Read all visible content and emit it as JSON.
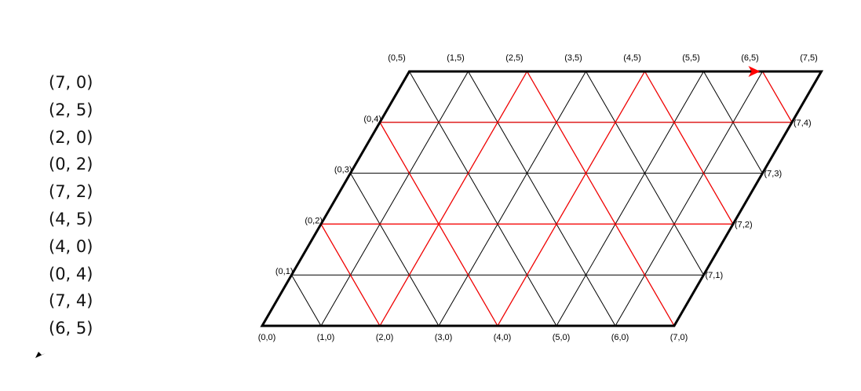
{
  "sequence": [
    "(7, 0)",
    "(2, 5)",
    "(2, 0)",
    "(0, 2)",
    "(7, 2)",
    "(4, 5)",
    "(4, 0)",
    "(0, 4)",
    "(7, 4)",
    "(6, 5)"
  ],
  "grid": {
    "cols": 7,
    "rows": 5,
    "boundary_labels": {
      "bottom": [
        "(0,0)",
        "(1,0)",
        "(2,0)",
        "(3,0)",
        "(4,0)",
        "(5,0)",
        "(6,0)",
        "(7,0)"
      ],
      "top": [
        "(0,5)",
        "(1,5)",
        "(2,5)",
        "(3,5)",
        "(4,5)",
        "(5,5)",
        "(6,5)",
        "(7,5)"
      ],
      "left": [
        "(0,1)",
        "(0,2)",
        "(0,3)",
        "(0,4)"
      ],
      "right": [
        "(7,1)",
        "(7,2)",
        "(7,3)",
        "(7,4)"
      ]
    }
  },
  "path": [
    [
      7,
      0
    ],
    [
      2,
      5
    ],
    [
      2,
      0
    ],
    [
      0,
      2
    ],
    [
      7,
      2
    ],
    [
      4,
      5
    ],
    [
      4,
      0
    ],
    [
      0,
      4
    ],
    [
      7,
      4
    ],
    [
      6,
      5
    ]
  ],
  "colors": {
    "grid": "#000000",
    "boundary": "#000000",
    "path": "#ff0000",
    "arrow": "#ff0000",
    "text": "#000000"
  }
}
